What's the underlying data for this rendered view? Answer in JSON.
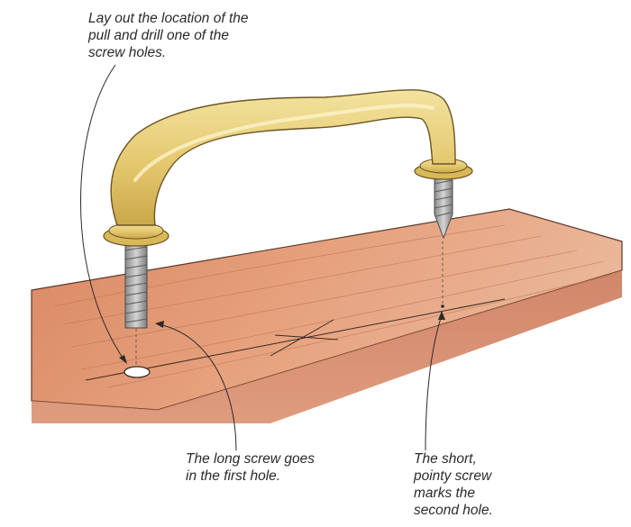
{
  "callouts": {
    "layout_and_drill": {
      "lines": [
        "Lay out the location of the",
        "pull and drill one of the",
        "screw holes."
      ]
    },
    "long_screw": {
      "lines": [
        "The long screw goes",
        "in the first hole."
      ]
    },
    "short_screw": {
      "lines": [
        "The short,",
        "pointy screw",
        "marks the",
        "second hole."
      ]
    }
  },
  "colors": {
    "board_top": "#dd8a67",
    "board_front": "#c76f4e",
    "brass": "#e8d17a",
    "brass_shadow": "#c9a94a",
    "screw": "#a8a8a8",
    "ink": "#2a2a2a"
  }
}
